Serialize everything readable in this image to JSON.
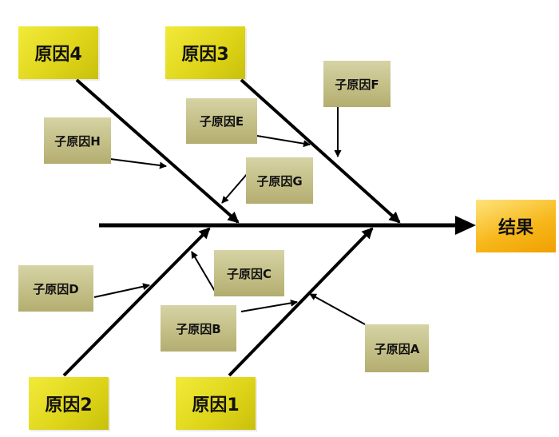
{
  "diagram": {
    "result": "结果",
    "causes": {
      "cause1": "原因1",
      "cause2": "原因2",
      "cause3": "原因3",
      "cause4": "原因4"
    },
    "subcauses": {
      "a": "子原因A",
      "b": "子原因B",
      "c": "子原因C",
      "d": "子原因D",
      "e": "子原因E",
      "f": "子原因F",
      "g": "子原因G",
      "h": "子原因H"
    },
    "colors": {
      "main_box": "#e5dc22",
      "sub_box": "#c6c18a",
      "result_box": "#f5b21a",
      "lines": "#000000"
    }
  }
}
